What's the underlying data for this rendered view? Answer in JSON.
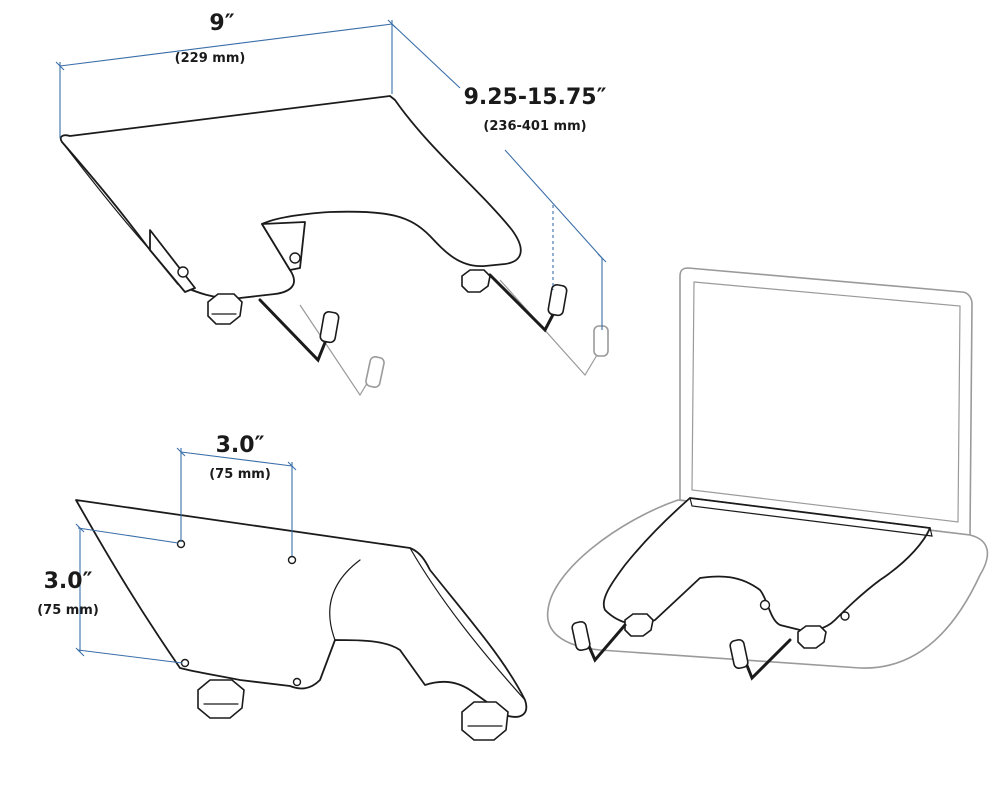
{
  "dimensions": {
    "top_width": {
      "main": "9″",
      "sub": "(229 mm)"
    },
    "top_depth": {
      "main": "9.25-15.75″",
      "sub": "(236-401 mm)"
    },
    "hole_horizontal": {
      "main": "3.0″",
      "sub": "(75 mm)"
    },
    "hole_vertical": {
      "main": "3.0″",
      "sub": "(75 mm)"
    }
  },
  "colors": {
    "dimension_line": "#3a6ea8",
    "product_ink": "#1b1b1b",
    "laptop_ghost": "#9a9a9a"
  }
}
